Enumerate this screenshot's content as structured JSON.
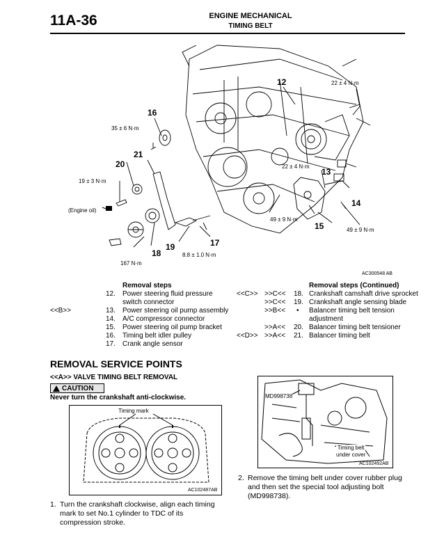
{
  "header": {
    "page_number": "11A-36",
    "title": "ENGINE MECHANICAL",
    "subtitle": "TIMING BELT"
  },
  "diagram": {
    "figure_code": "AC300548 AB",
    "callouts": {
      "n12": "12",
      "n13": "13",
      "n14": "14",
      "n15": "15",
      "n16": "16",
      "n17": "17",
      "n18": "18",
      "n19": "19",
      "n20": "20",
      "n21": "21"
    },
    "torques": {
      "t_22a": "22 ± 4 N·m",
      "t_35": "35 ± 6 N·m",
      "t_22b": "22 ± 4 N·m",
      "t_19": "19 ± 3 N·m",
      "t_49a": "49 ± 9 N·m",
      "t_49b": "49 ± 9 N·m",
      "t_8": "8.8 ± 1.0 N·m",
      "t_167": "167 N·m"
    },
    "engine_oil": "(Engine oil)"
  },
  "steps_left": {
    "title": "Removal steps",
    "items": [
      {
        "mark": "",
        "num": "12.",
        "text": "Power steering fluid pressure"
      },
      {
        "mark": "",
        "num": "",
        "text": "switch connector"
      },
      {
        "mark": "<<B>>",
        "num": "13.",
        "text": "Power steering oil pump assembly"
      },
      {
        "mark": "",
        "num": "14.",
        "text": "A/C compressor connector"
      },
      {
        "mark": "",
        "num": "15.",
        "text": "Power steering oil pump bracket"
      },
      {
        "mark": "",
        "num": "16.",
        "text": "Timing belt idler pulley"
      },
      {
        "mark": "",
        "num": "17.",
        "text": "Crank angle sensor"
      }
    ]
  },
  "steps_right": {
    "title": "Removal steps (Continued)",
    "items": [
      {
        "m1": "<<C>>",
        "m2": ">>C<<",
        "num": "18.",
        "text": "Crankshaft camshaft drive sprocket"
      },
      {
        "m1": "",
        "m2": ">>C<<",
        "num": "19.",
        "text": "Crankshaft angle sensing blade"
      },
      {
        "m1": "",
        "m2": ">>B<<",
        "num": "•",
        "text": "Balancer timing belt tension"
      },
      {
        "m1": "",
        "m2": "",
        "num": "",
        "text": "adjustment"
      },
      {
        "m1": "",
        "m2": ">>A<<",
        "num": "20.",
        "text": "Balancer timing belt tensioner"
      },
      {
        "m1": "<<D>>",
        "m2": ">>A<<",
        "num": "21.",
        "text": "Balancer timing belt"
      }
    ]
  },
  "section": {
    "heading": "REMOVAL SERVICE POINTS",
    "subheading": "<<A>> VALVE TIMING BELT REMOVAL",
    "caution_label": "CAUTION",
    "caution_text": "Never turn the crankshaft anti-clockwise."
  },
  "fig_left": {
    "label": "Timing mark",
    "code": "AC102487AB"
  },
  "fig_right": {
    "label_tool": "MD998738",
    "label_cover": "Timing belt\nunder cover",
    "code": "AC102492AB"
  },
  "step1": {
    "num": "1.",
    "lines": [
      "Turn the crankshaft clockwise, align each timing",
      "mark to set No.1 cylinder to TDC of its",
      "compression stroke."
    ]
  },
  "step2": {
    "num": "2.",
    "lines": [
      "Remove the timing belt under cover rubber plug",
      "and then set the special tool adjusting bolt",
      "(MD998738)."
    ]
  }
}
